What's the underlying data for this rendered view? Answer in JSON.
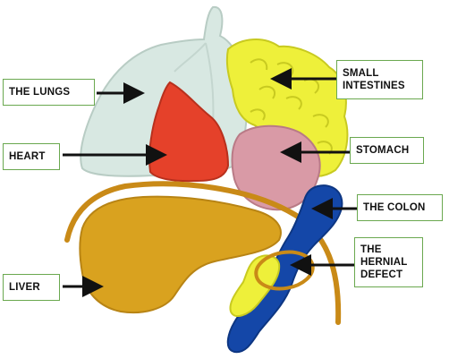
{
  "labels": {
    "lungs": "THE LUNGS",
    "heart": "HEART",
    "small_intestines": "SMALL\nINTESTINES",
    "stomach": "STOMACH",
    "colon": "THE COLON",
    "hernial_defect": "THE\nHERNIAL\nDEFECT",
    "liver": "LIVER"
  },
  "colors": {
    "lungs": "#d8e8e2",
    "heart": "#e5412a",
    "small_intestines": "#eef03a",
    "stomach": "#d99aa6",
    "colon": "#1447a8",
    "liver": "#d9a21f",
    "diaphragm": "#c98a17",
    "label_border": "#6aa84f",
    "arrow": "#111111"
  }
}
